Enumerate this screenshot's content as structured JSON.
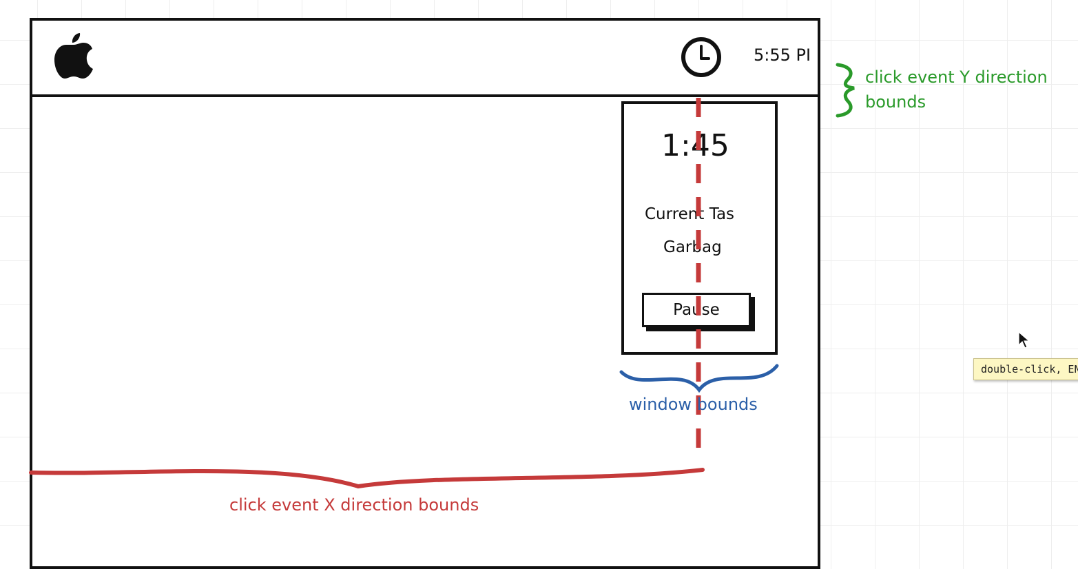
{
  "menubar": {
    "time": "5:55 PI"
  },
  "popover": {
    "timer": "1:45",
    "task_label": "Current Tas",
    "task_name": "Garbag",
    "pause_label": "Pause"
  },
  "annotations": {
    "y_bounds_label": "click event Y direction bounds",
    "window_bounds_label": "window bounds",
    "x_bounds_label": "click event X direction bounds"
  },
  "tooltip": {
    "text": "double-click, EN"
  },
  "colors": {
    "y_annotation": "#2a9a2a",
    "window_annotation": "#2b5fa8",
    "x_annotation": "#c53a3a"
  },
  "icons": [
    "apple-icon",
    "clock-icon",
    "cursor-arrow-icon"
  ]
}
